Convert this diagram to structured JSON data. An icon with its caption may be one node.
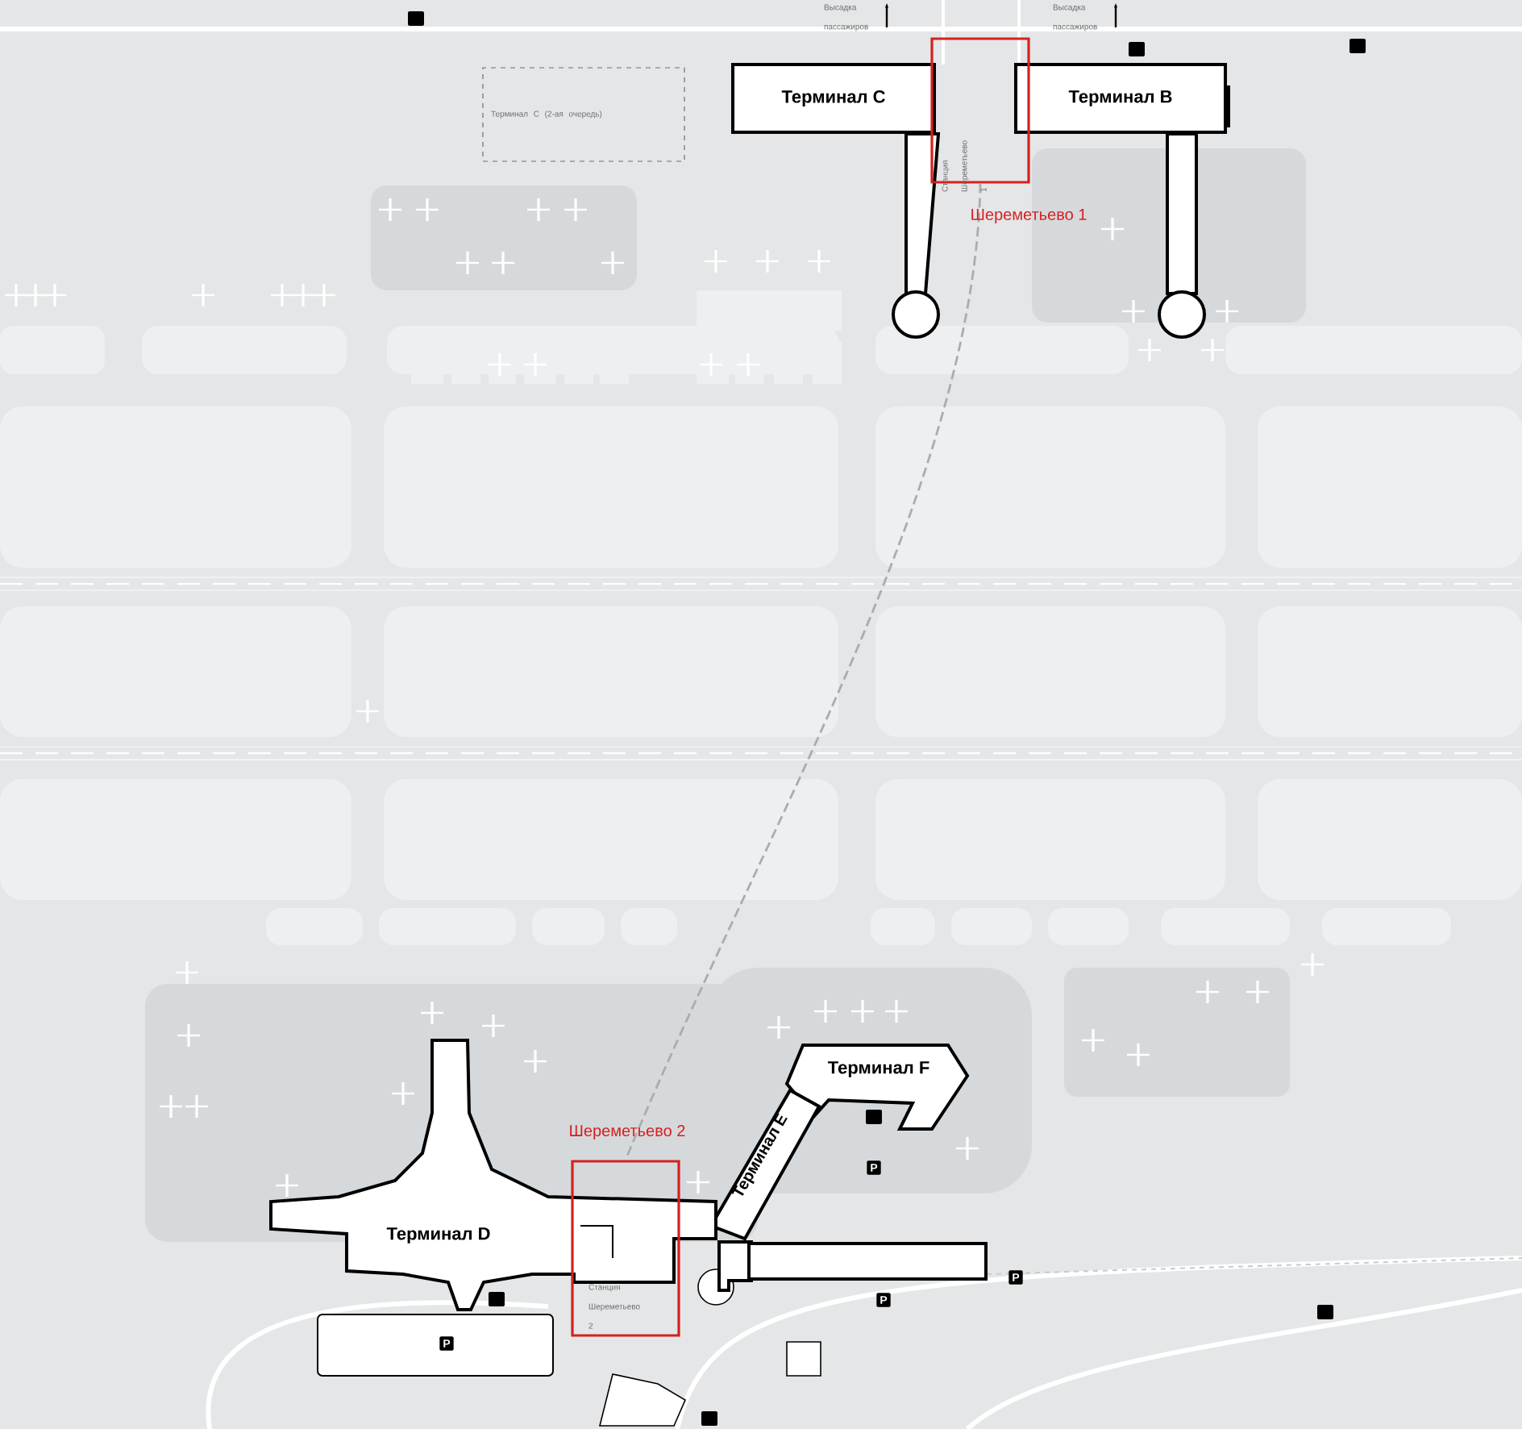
{
  "diagram": {
    "nodes": [
      {
        "text": [
          "Терминал С (2-ая очередь)"
        ]
      },
      {
        "text": [
          "Терминал C"
        ]
      },
      {
        "text": [
          "Терминал B"
        ]
      },
      {
        "text": [
          "Станция Шереметьево 1"
        ]
      },
      {
        "text": [
          "Терминал F"
        ]
      },
      {
        "text": [
          "Терминал E"
        ]
      },
      {
        "text": [
          "Терминал D"
        ]
      },
      {
        "text": [
          "Станция Шереметьево 2"
        ]
      },
      {
        "text": [],
        "shape": "box"
      }
    ],
    "edges": [
      {
        "from": 3,
        "to": 7,
        "arrow": "none",
        "style": "dashed"
      }
    ],
    "labels": [
      "Высадка пассажиров",
      "Высадка пассажиров",
      "Шереметьево 1",
      "Шереметьево 2",
      "P",
      "P",
      "P",
      "P"
    ]
  }
}
